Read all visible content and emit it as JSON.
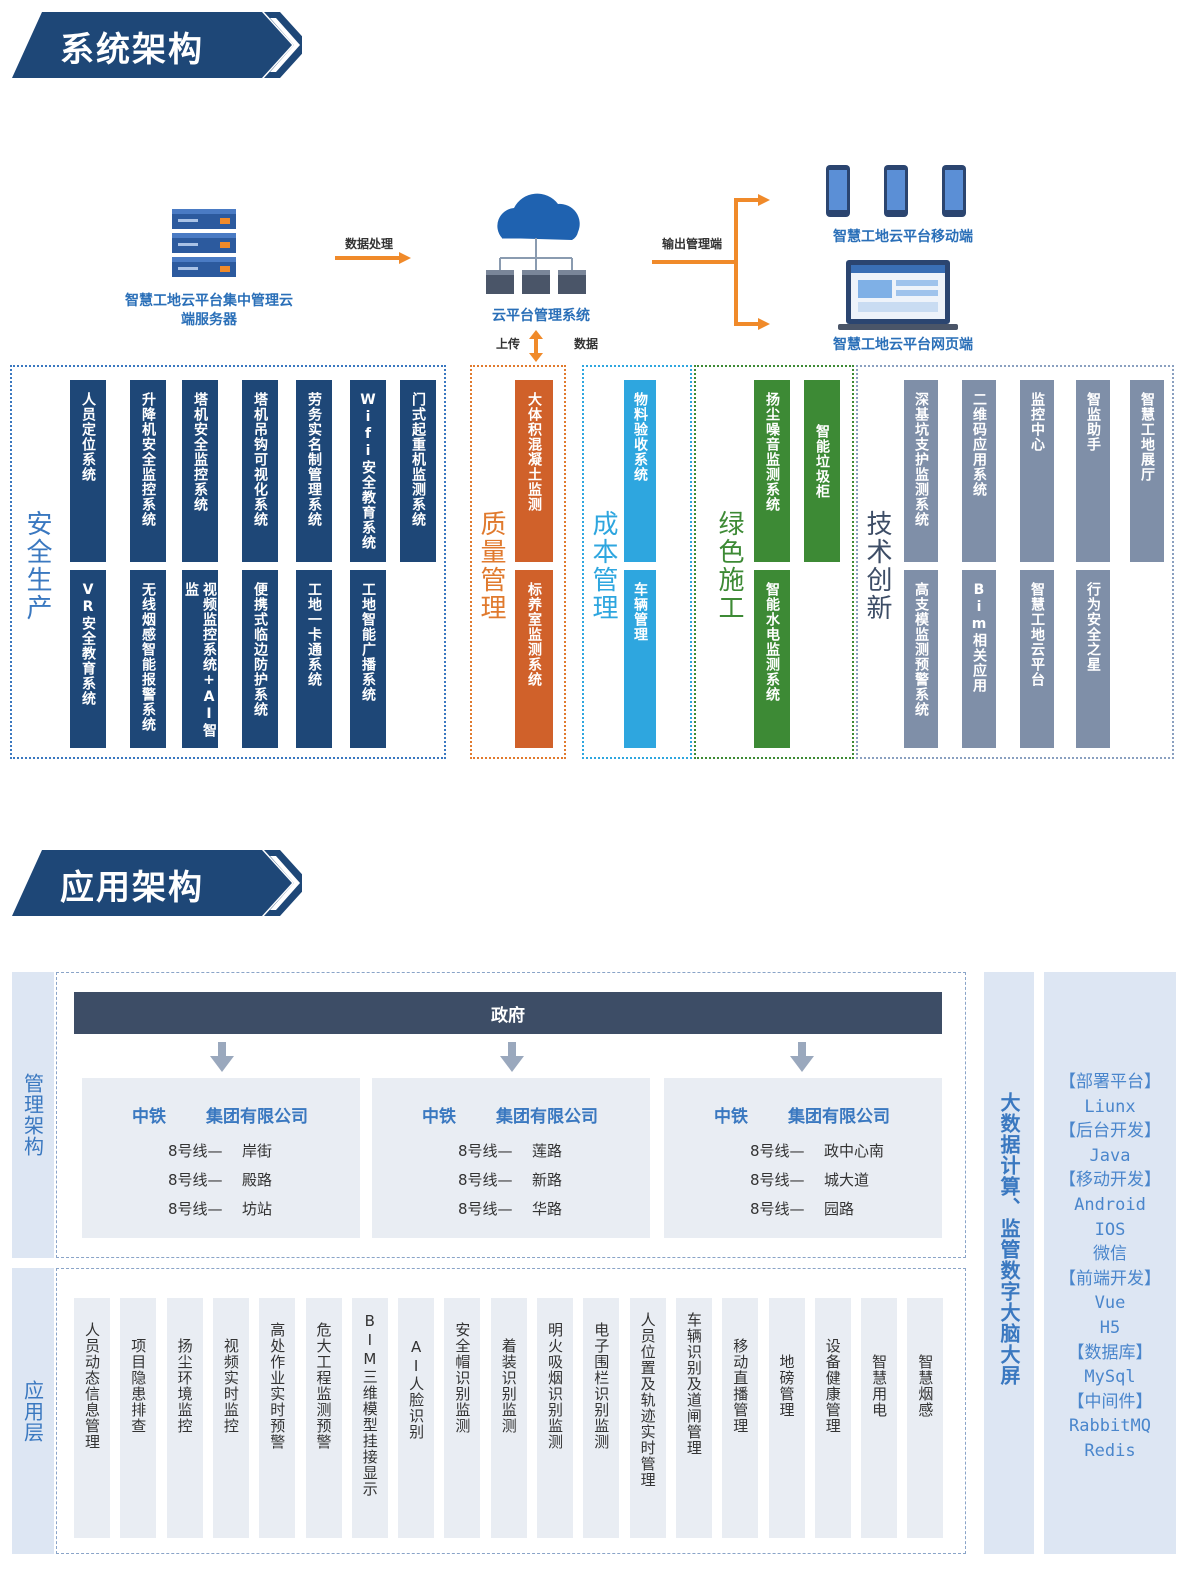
{
  "colors": {
    "navy": "#1e4777",
    "orange": "#d0612a",
    "skyblue": "#2ea6df",
    "green": "#3d8a35",
    "gray": "#7f8fa8",
    "accent_arrow": "#f08a2a"
  },
  "section1": {
    "title": "系统架构",
    "server_caption": "智慧工地云平台集中管理云端服务器",
    "arrow_label_process": "数据处理",
    "cloud_caption": "云平台管理系统",
    "upload_label": "上传",
    "data_label": "数据",
    "output_label": "输出管理端",
    "mobile_caption": "智慧工地云平台移动端",
    "web_caption": "智慧工地云平台网页端",
    "groups": {
      "safety": {
        "label": "安全生产",
        "top": [
          "人员定位系统",
          "升降机安全监控系统",
          "塔机安全监控系统",
          "塔机吊钩可视化系统",
          "劳务实名制管理系统",
          "Wifi安全教育系统",
          "门式起重机监测系统"
        ],
        "bottom": [
          "VR安全教育系统",
          "无线烟感智能报警系统",
          "视频监控系统+AI智监",
          "便携式临边防护系统",
          "工地一卡通系统",
          "工地智能广播系统"
        ]
      },
      "quality": {
        "label": "质量管理",
        "top": "大体积混凝土监测",
        "bottom": "标养室监测系统"
      },
      "cost": {
        "label": "成本管理",
        "top": "物料验收系统",
        "bottom": "车辆管理"
      },
      "green": {
        "label": "绿色施工",
        "top1": "扬尘噪音监测系统",
        "top2": "智能垃圾柜",
        "bottom": "智能水电监测系统"
      },
      "tech": {
        "label": "技术创新",
        "top": [
          "深基坑支护监测系统",
          "二维码应用系统",
          "监控中心",
          "智监助手",
          "智慧工地展厅"
        ],
        "bottom": [
          "高支模监测预警系统",
          "Bim相关应用",
          "智慧工地云平台",
          "行为安全之星"
        ]
      }
    }
  },
  "section2": {
    "title": "应用架构",
    "mgmt_label": "管理架构",
    "app_label": "应用层",
    "gov_label": "政府",
    "companies": [
      {
        "name1": "中铁",
        "name2": "集团有限公司",
        "lines": [
          [
            "8号线—",
            "岸街"
          ],
          [
            "8号线—",
            "殿路"
          ],
          [
            "8号线—",
            "坊站"
          ]
        ]
      },
      {
        "name1": "中铁",
        "name2": "集团有限公司",
        "lines": [
          [
            "8号线—",
            "莲路"
          ],
          [
            "8号线—",
            "新路"
          ],
          [
            "8号线—",
            "华路"
          ]
        ]
      },
      {
        "name1": "中铁",
        "name2": "集团有限公司",
        "lines": [
          [
            "8号线—",
            "政中心南"
          ],
          [
            "8号线—",
            "城大道"
          ],
          [
            "8号线—",
            "园路"
          ]
        ]
      }
    ],
    "apps": [
      "人员动态信息管理",
      "项目隐患排查",
      "扬尘环境监控",
      "视频实时监控",
      "高处作业实时预警",
      "危大工程监测预警",
      "BIM三维模型挂接显示",
      "AI人脸识别",
      "安全帽识别监测",
      "着装识别监测",
      "明火吸烟识别监测",
      "电子围栏识别监测",
      "人员位置及轨迹实时管理",
      "车辆识别及道闸管理",
      "移动直播管理",
      "地磅管理",
      "设备健康管理",
      "智慧用电",
      "智慧烟感"
    ],
    "bigdata_label": "大数据计算、监管数字大脑大屏",
    "tech_stack": [
      "【部署平台】",
      "Liunx",
      "【后台开发】",
      "Java",
      "【移动开发】",
      "Android",
      "IOS",
      "微信",
      "【前端开发】",
      "Vue",
      "H5",
      "【数据库】",
      "MySql",
      "【中间件】",
      "RabbitMQ",
      "Redis"
    ]
  }
}
